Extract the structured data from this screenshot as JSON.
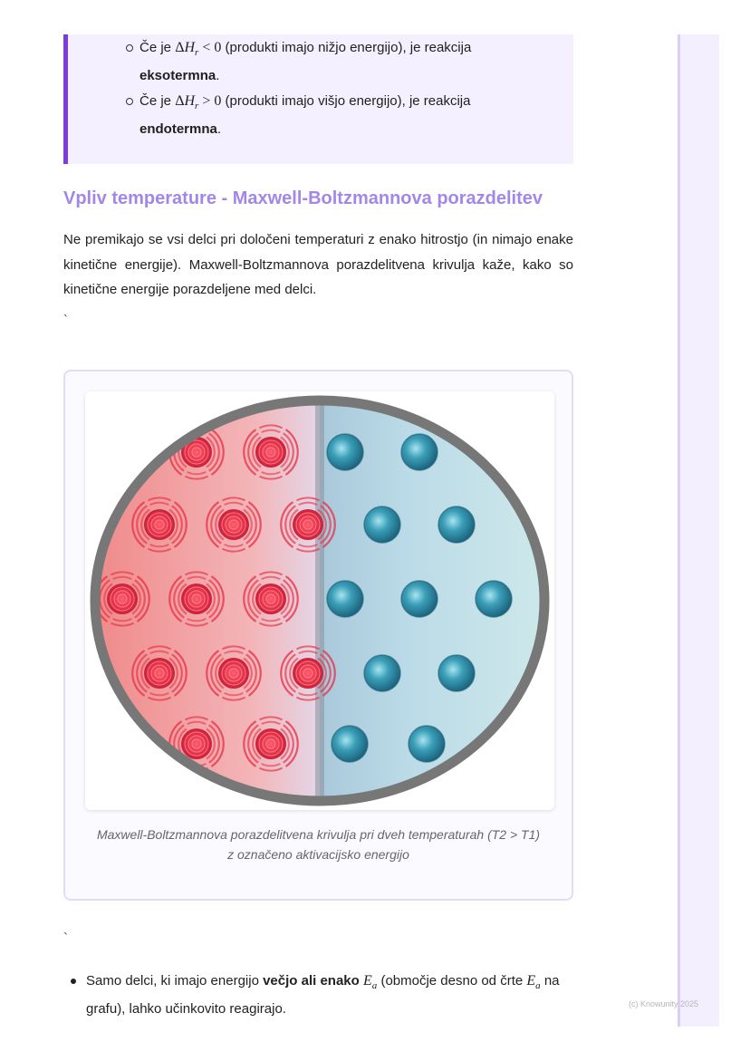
{
  "callout": {
    "items": [
      {
        "prefix": "Če je ",
        "math_delta": "Δ",
        "math_h": "H",
        "math_sub": "r",
        "math_rel": " < 0",
        "middle": " (produkti imajo nižjo energijo), je reakcija",
        "bold": "eksotermna",
        "suffix": "."
      },
      {
        "prefix": "Če je ",
        "math_delta": "Δ",
        "math_h": "H",
        "math_sub": "r",
        "math_rel": " > 0",
        "middle": " (produkti imajo višjo energijo), je reakcija",
        "bold": "endotermna",
        "suffix": "."
      }
    ]
  },
  "section": {
    "title": "Vpliv temperature - Maxwell-Boltzmannova porazdelitev",
    "paragraph": "Ne premikajo se vsi delci pri določeni temperaturi z enako hitrostjo (in nimajo enake kinetične energije). Maxwell-Boltzmannova porazdelitvena krivulja kaže, kako so kinetične energije porazdeljene med delci."
  },
  "backtick_1": "`",
  "backtick_2": "`",
  "figure": {
    "caption_line1": "Maxwell-Boltzmannova porazdelitvena krivulja pri dveh temperaturah (T2 > T1)",
    "caption_line2": "z označeno aktivacijsko energijo",
    "hot_color": "#e8344a",
    "cold_color": "#2e8fa8"
  },
  "bullet": {
    "text1": "Samo delci, ki imajo energijo ",
    "bold": "večjo ali enako",
    "math1": "E",
    "sub1": "a",
    "text2": " (območje desno od črte ",
    "math2": "E",
    "sub2": "a",
    "text3": " na grafu), lahko učinkovito reagirajo."
  },
  "watermark": "(c) Knowunity 2025"
}
